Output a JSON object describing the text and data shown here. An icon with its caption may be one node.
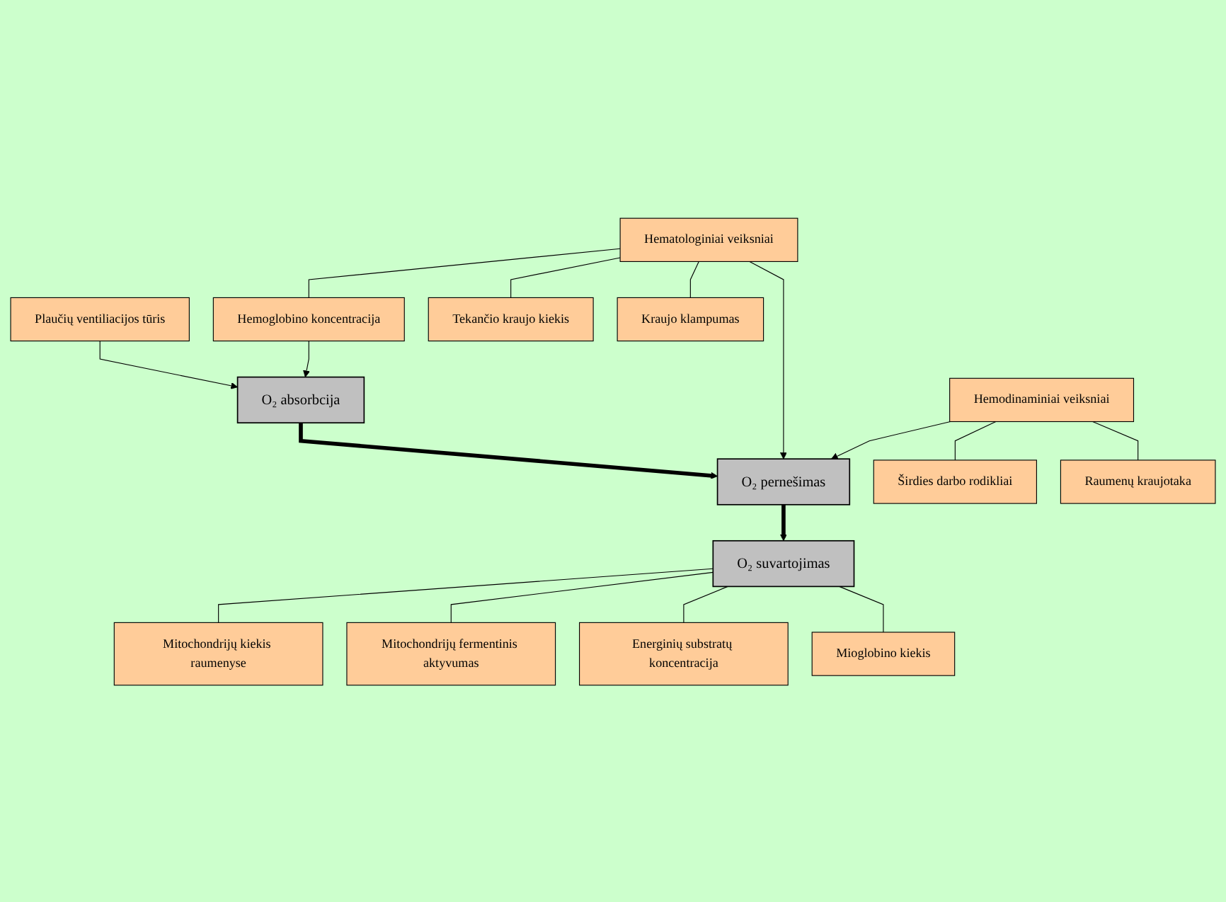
{
  "diagram": {
    "nodes": [
      {
        "text": [
          "O₂ absorbcija"
        ]
      },
      {
        "text": [
          "Plaučių ventiliacijos tūris"
        ]
      },
      {
        "text": [
          "Hemoglobino koncentracija"
        ]
      },
      {
        "text": [
          "Hematologiniai veiksniai"
        ]
      },
      {
        "text": [
          "O₂ pernešimas"
        ]
      },
      {
        "text": [
          "Hemodinaminiai veiksniai"
        ]
      },
      {
        "text": [
          "Tekančio kraujo kiekis"
        ]
      },
      {
        "text": [
          "Kraujo klampumas"
        ]
      },
      {
        "text": [
          "Širdies darbo rodikliai"
        ]
      },
      {
        "text": [
          "Raumenų kraujotaka"
        ]
      },
      {
        "text": [
          "O₂ suvartojimas"
        ]
      },
      {
        "text": [
          "Mitochondrijų kiekis raumenyse"
        ]
      },
      {
        "text": [
          "Mitochondrijų fermentinis aktyvumas"
        ]
      },
      {
        "text": [
          "Energinių substratų koncentracija"
        ]
      },
      {
        "text": [
          "Mioglobino kiekis"
        ]
      }
    ],
    "edges": [
      {
        "from": 1,
        "to": 0,
        "arrow": "to"
      },
      {
        "from": 2,
        "to": 0,
        "arrow": "to"
      },
      {
        "from": 3,
        "to": 2,
        "arrow": "none"
      },
      {
        "from": 0,
        "to": 4,
        "arrow": "to",
        "style": "thick"
      },
      {
        "from": 3,
        "to": 4,
        "arrow": "to"
      },
      {
        "from": 5,
        "to": 4,
        "arrow": "to"
      },
      {
        "from": 3,
        "to": 6,
        "arrow": "none"
      },
      {
        "from": 3,
        "to": 7,
        "arrow": "none"
      },
      {
        "from": 5,
        "to": 8,
        "arrow": "none"
      },
      {
        "from": 5,
        "to": 9,
        "arrow": "none"
      },
      {
        "from": 4,
        "to": 10,
        "arrow": "to",
        "style": "thick"
      },
      {
        "from": 10,
        "to": 11,
        "arrow": "none"
      },
      {
        "from": 10,
        "to": 12,
        "arrow": "none"
      },
      {
        "from": 10,
        "to": 13,
        "arrow": "none"
      },
      {
        "from": 10,
        "to": 14,
        "arrow": "none"
      }
    ]
  }
}
